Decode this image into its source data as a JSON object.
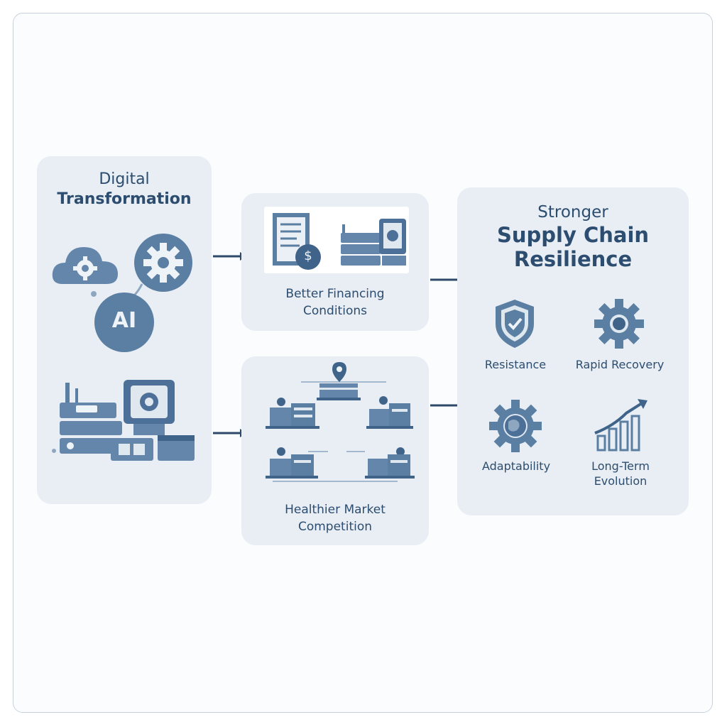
{
  "panels": {
    "digital": {
      "title_line1": "Digital",
      "title_line2": "Transformation",
      "ai_badge": "AI"
    },
    "financing": {
      "label_line1": "Better Financing",
      "label_line2": "Conditions",
      "dollar": "$"
    },
    "competition": {
      "label_line1": "Healthier Market",
      "label_line2": "Competition"
    },
    "resilience": {
      "title_line1": "Stronger",
      "title_line2": "Supply Chain",
      "title_line3": "Resilience",
      "items": [
        {
          "label": "Resistance",
          "icon": "shield-icon"
        },
        {
          "label": "Rapid Recovery",
          "icon": "gear-icon"
        },
        {
          "label": "Adaptability",
          "icon": "globe-gear-icon"
        },
        {
          "label_line1": "Long-Term",
          "label_line2": "Evolution",
          "icon": "growth-chart-icon"
        }
      ]
    }
  },
  "colors": {
    "panel": "#e8eef4",
    "icon": "#5b7ea3",
    "icon_dark": "#3f6389",
    "text": "#2c4d70",
    "arrow": "#2d4a6a"
  }
}
